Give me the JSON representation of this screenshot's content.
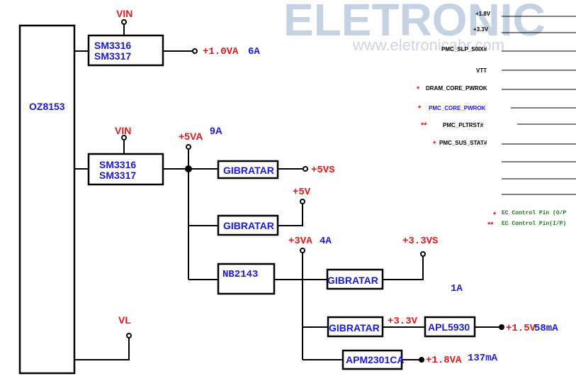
{
  "watermark": {
    "brand": "ELETRONIC",
    "url": "www.eletronicabr.com"
  },
  "blocks": {
    "controller": "OZ8153",
    "reg1_line1": "SM3316",
    "reg1_line2": "SM3317",
    "reg2_line1": "SM3316",
    "reg2_line2": "SM3317",
    "gibratar_5vs": "GIBRATAR",
    "gibratar_5v": "GIBRATAR",
    "nb2143": "NB2143",
    "gibratar_33vs": "GIBRATAR",
    "gibratar_33v": "GIBRATAR",
    "apl5930": "APL5930",
    "apm2301": "APM2301CA"
  },
  "labels": {
    "vin_top": "VIN",
    "v10va": "+1.0VA",
    "a6": "6A",
    "vin_mid": "VIN",
    "v5va": "+5VA",
    "a9": "9A",
    "v5vs": "+5VS",
    "v5v": "+5V",
    "v3va": "+3VA",
    "a4": "4A",
    "v33vs": "+3.3VS",
    "a1": "1A",
    "v33v": "+3.3V",
    "v15v": "+1.5V",
    "ma58": "58mA",
    "vl": "VL",
    "v18va": "+1.8VA",
    "ma137": "137mA"
  },
  "signals": {
    "s1": "+1.8V",
    "s2": "+3.3V",
    "s3": "PMC_SLP_S0IX#",
    "s4": "VTT",
    "s5": "DRAM_CORE_PWROK",
    "s6": "PMC_CORE_PWROK",
    "s7": "PMC_PLTRST#",
    "s8": "PMC_SUS_STAT#",
    "star1": "*",
    "star2": "*",
    "star3": "**",
    "star4": "*"
  },
  "legend": {
    "single_star": "*",
    "single_text": "EC Control Pin (O/P",
    "double_star": "**",
    "double_text": "EC Control Pin(I/P)"
  }
}
